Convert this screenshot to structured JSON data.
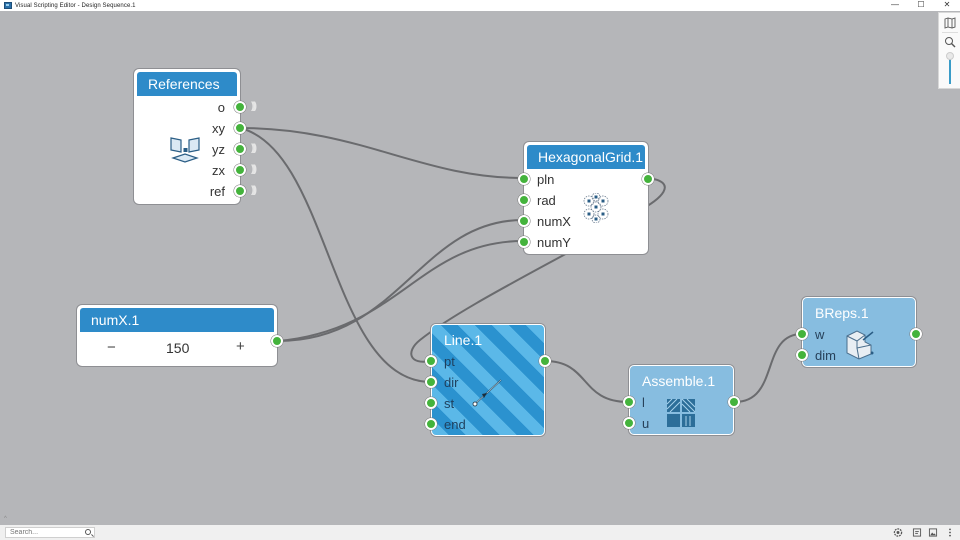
{
  "window": {
    "title": "Visual Scripting Editor - Design Sequence.1",
    "controls": {
      "minimize": "—",
      "maximize": "☐",
      "close": "✕"
    }
  },
  "nodes": {
    "references": {
      "title": "References",
      "outputs": [
        "o",
        "xy",
        "yz",
        "zx",
        "ref"
      ],
      "icon": "planes-icon"
    },
    "hexgrid": {
      "title": "HexagonalGrid.1",
      "inputs": [
        "pln",
        "rad",
        "numX",
        "numY"
      ],
      "icon": "hexagonal-grid-icon"
    },
    "numx": {
      "title": "numX.1",
      "minus": "−",
      "value": "150",
      "plus": "+"
    },
    "line": {
      "title": "Line.1",
      "inputs": [
        "pt",
        "dir",
        "st",
        "end"
      ],
      "icon": "line-icon"
    },
    "assemble": {
      "title": "Assemble.1",
      "inputs": [
        "l",
        "u"
      ],
      "icon": "assemble-icon"
    },
    "breps": {
      "title": "BReps.1",
      "inputs": [
        "w",
        "dim"
      ],
      "icon": "brep-solid-icon"
    }
  },
  "nav_panel": {
    "map_icon": "map-icon",
    "zoom_icon": "zoom-icon",
    "zoom_level": 0.2
  },
  "statusbar": {
    "search_placeholder": "Search...",
    "icons": [
      "settings-icon",
      "document-icon",
      "image-icon",
      "more-icon"
    ]
  },
  "colors": {
    "canvas": "#b5b6b9",
    "header_blue": "#2e8bc9",
    "port_green": "#44b33c",
    "wire": "#6a6b6e",
    "light_node": "#87bde0"
  }
}
